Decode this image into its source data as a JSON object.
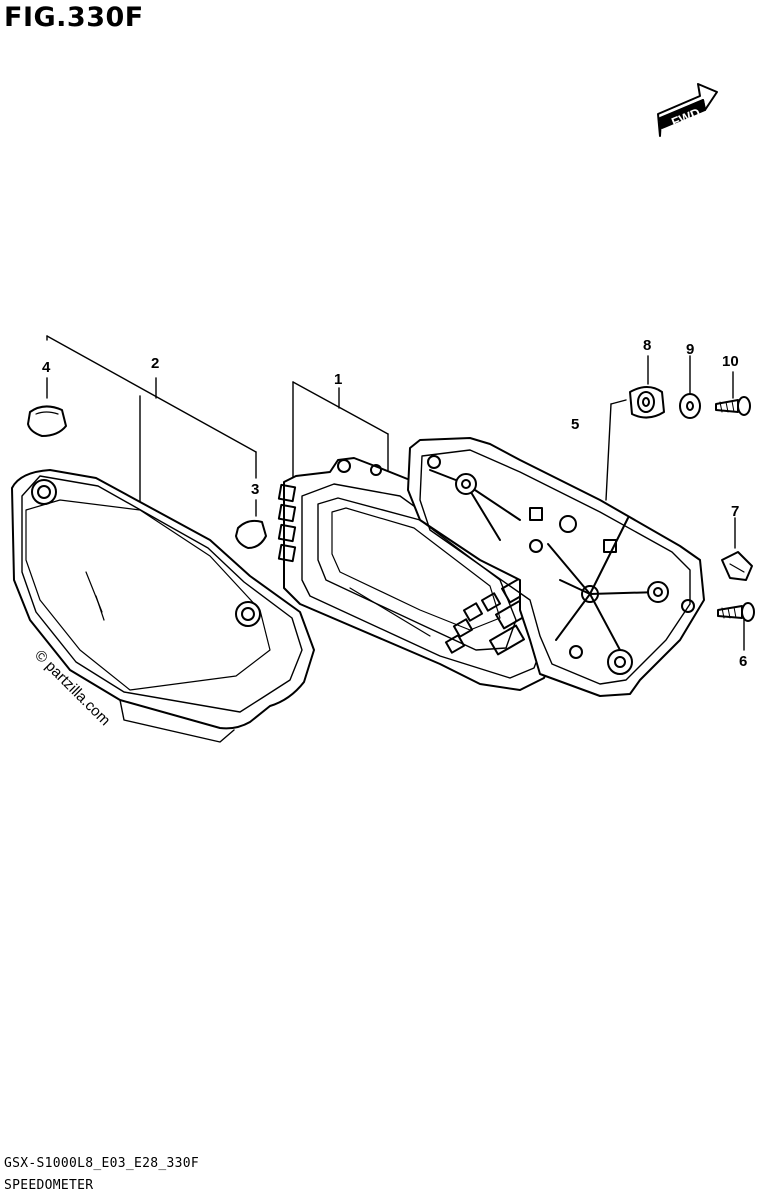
{
  "figure": {
    "title": "FIG.330F",
    "fwd_label": "FWD",
    "watermark": "© partzilla.com"
  },
  "callouts": [
    "1",
    "2",
    "3",
    "4",
    "5",
    "6",
    "7",
    "8",
    "9",
    "10"
  ],
  "footer": {
    "model_code": "GSX-S1000L8_E03_E28_330F",
    "section_name": "SPEEDOMETER"
  }
}
